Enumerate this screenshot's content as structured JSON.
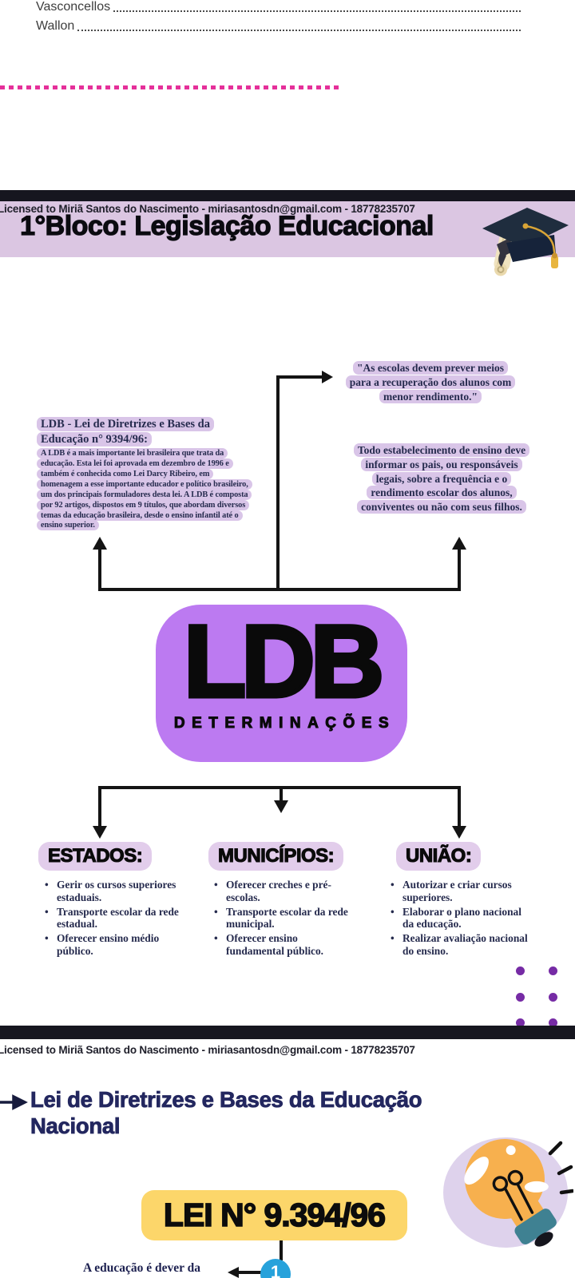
{
  "notes": [
    {
      "label": "Vasconcellos"
    },
    {
      "label": "Wallon"
    }
  ],
  "header": {
    "license_text": "Licensed to Miriã Santos do Nascimento - miriasantosdn@gmail.com - 18778235707",
    "title": "1°Bloco: Legislação Educacional",
    "icon": "graduation-cap-icon"
  },
  "diagram": {
    "quote_box": "\"As escolas devem prever meios para a recuperação dos alunos com menor rendimento.\"",
    "ldb_box_title": "LDB - Lei de Diretrizes e Bases da Educação  n° 9394/96:",
    "ldb_box_body": "A LDB é a mais importante lei brasileira que trata da educação. Esta lei foi aprovada em dezembro de 1996 e também é conhecida como Lei Darcy Ribeiro, em homenagem a esse importante educador e político brasileiro, um dos principais formuladores desta lei. A LDB é composta por 92 artigos, dispostos em 9 títulos, que abordam diversos temas da educação brasileira, desde o ensino infantil até o ensino superior.",
    "info_box": "Todo estabelecimento de ensino deve informar os pais, ou responsáveis legais, sobre a frequência e o rendimento escolar dos alunos, conviventes ou não com seus filhos.",
    "center_label": "LDB",
    "center_sublabel": "DETERMINAÇÕES",
    "columns": [
      {
        "title": "ESTADOS:",
        "items": [
          "Gerir os cursos superiores estaduais.",
          "Transporte escolar da rede estadual.",
          "Oferecer ensino médio público."
        ]
      },
      {
        "title": "MUNICÍPIOS:",
        "items": [
          "Oferecer creches e pré-escolas.",
          "Transporte escolar da rede municipal.",
          "Oferecer ensino fundamental público."
        ]
      },
      {
        "title": "UNIÃO:",
        "items": [
          "Autorizar e criar cursos superiores.",
          "Elaborar o plano nacional da educação.",
          "Realizar avaliação nacional do ensino."
        ]
      }
    ]
  },
  "page2": {
    "license_text": "Licensed to Miriã Santos do Nascimento - miriasantosdn@gmail.com - 18778235707",
    "heading": "Lei de Diretrizes e Bases da Educação Nacional",
    "law_badge": "LEI N° 9.394/96",
    "footnote": "A educação é dever da",
    "step_number": "1",
    "icon": "lightbulb-icon"
  },
  "colors": {
    "dark_bar": "#16161f",
    "header_band": "#dbc6e2",
    "text_highlight": "#d9c5e8",
    "central_purple": "#bc7af1",
    "column_pill": "#e2cdeb",
    "serif_text": "#262b4e",
    "pink_dashes": "#e5309a",
    "purple_dots": "#762ba5",
    "law_badge_yellow": "#fcd66a",
    "step_circle_blue": "#27a2db",
    "heading_navy": "#23275f",
    "bulb_orange": "#f7b04e",
    "bulb_base_teal": "#3f8192",
    "icon_backdrop_lavender": "#ded2ec"
  }
}
